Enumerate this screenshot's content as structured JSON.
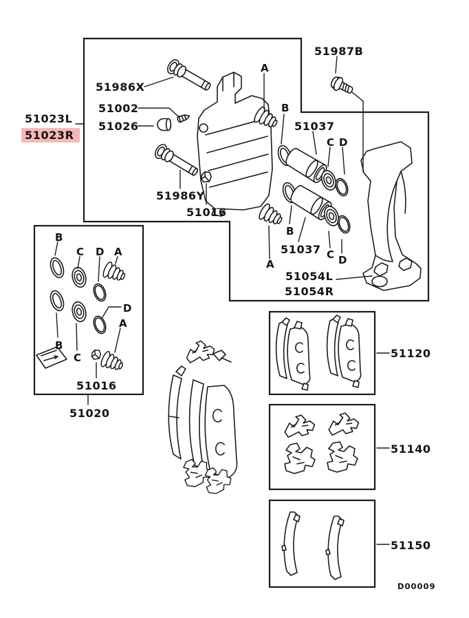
{
  "diagram": {
    "code": "D00009",
    "highlight_color": "#F8B7B7",
    "line_color": "#1A1A1A",
    "background": "#FFFFFF"
  },
  "callouts": {
    "caliper_left": "51023L",
    "caliper_right": "51023R",
    "pin_upper": "51986X",
    "bleeder": "51002",
    "cap": "51026",
    "pin_lower": "51986Y",
    "pin_boot": "51016",
    "lock_bolt": "51987B",
    "piston": "51037",
    "carrier_left": "51054L",
    "carrier_right": "51054R",
    "pad_kit": "51120",
    "clip_kit": "51140",
    "shim_kit": "51150",
    "seal_kit": "51020"
  },
  "refs": {
    "a": "A",
    "b": "B",
    "c": "C",
    "d": "D"
  }
}
